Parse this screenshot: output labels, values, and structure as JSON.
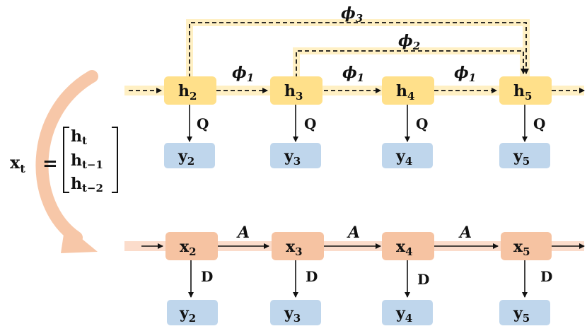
{
  "colors": {
    "hidden_node": "#FFE08A",
    "hidden_band": "#FFF0C4",
    "output_node": "#BFD6EC",
    "state_node": "#F6C3A2",
    "state_band": "#FBDCCB",
    "big_arrow": "#F7C7A8",
    "edge": "#111111"
  },
  "top": {
    "nodes": [
      {
        "base": "h",
        "sub": "2"
      },
      {
        "base": "h",
        "sub": "3"
      },
      {
        "base": "h",
        "sub": "4"
      },
      {
        "base": "h",
        "sub": "5"
      }
    ],
    "outputs": [
      {
        "base": "y",
        "sub": "2"
      },
      {
        "base": "y",
        "sub": "3"
      },
      {
        "base": "y",
        "sub": "4"
      },
      {
        "base": "y",
        "sub": "5"
      }
    ],
    "transition_label": "ϕ",
    "transition_sub": "1",
    "output_label": "Q",
    "skip2_label": "ϕ",
    "skip2_sub": "2",
    "skip3_label": "ϕ",
    "skip3_sub": "3"
  },
  "bottom": {
    "nodes": [
      {
        "base": "x",
        "sub": "2"
      },
      {
        "base": "x",
        "sub": "3"
      },
      {
        "base": "x",
        "sub": "4"
      },
      {
        "base": "x",
        "sub": "5"
      }
    ],
    "outputs": [
      {
        "base": "y",
        "sub": "2"
      },
      {
        "base": "y",
        "sub": "3"
      },
      {
        "base": "y",
        "sub": "4"
      },
      {
        "base": "y",
        "sub": "5"
      }
    ],
    "transition_label": "A",
    "output_label": "D"
  },
  "equation": {
    "lhs_base": "x",
    "lhs_sub": "t",
    "equals": "=",
    "rows": [
      {
        "base": "h",
        "sub": "t"
      },
      {
        "base": "h",
        "sub": "t−1"
      },
      {
        "base": "h",
        "sub": "t−2"
      }
    ]
  }
}
